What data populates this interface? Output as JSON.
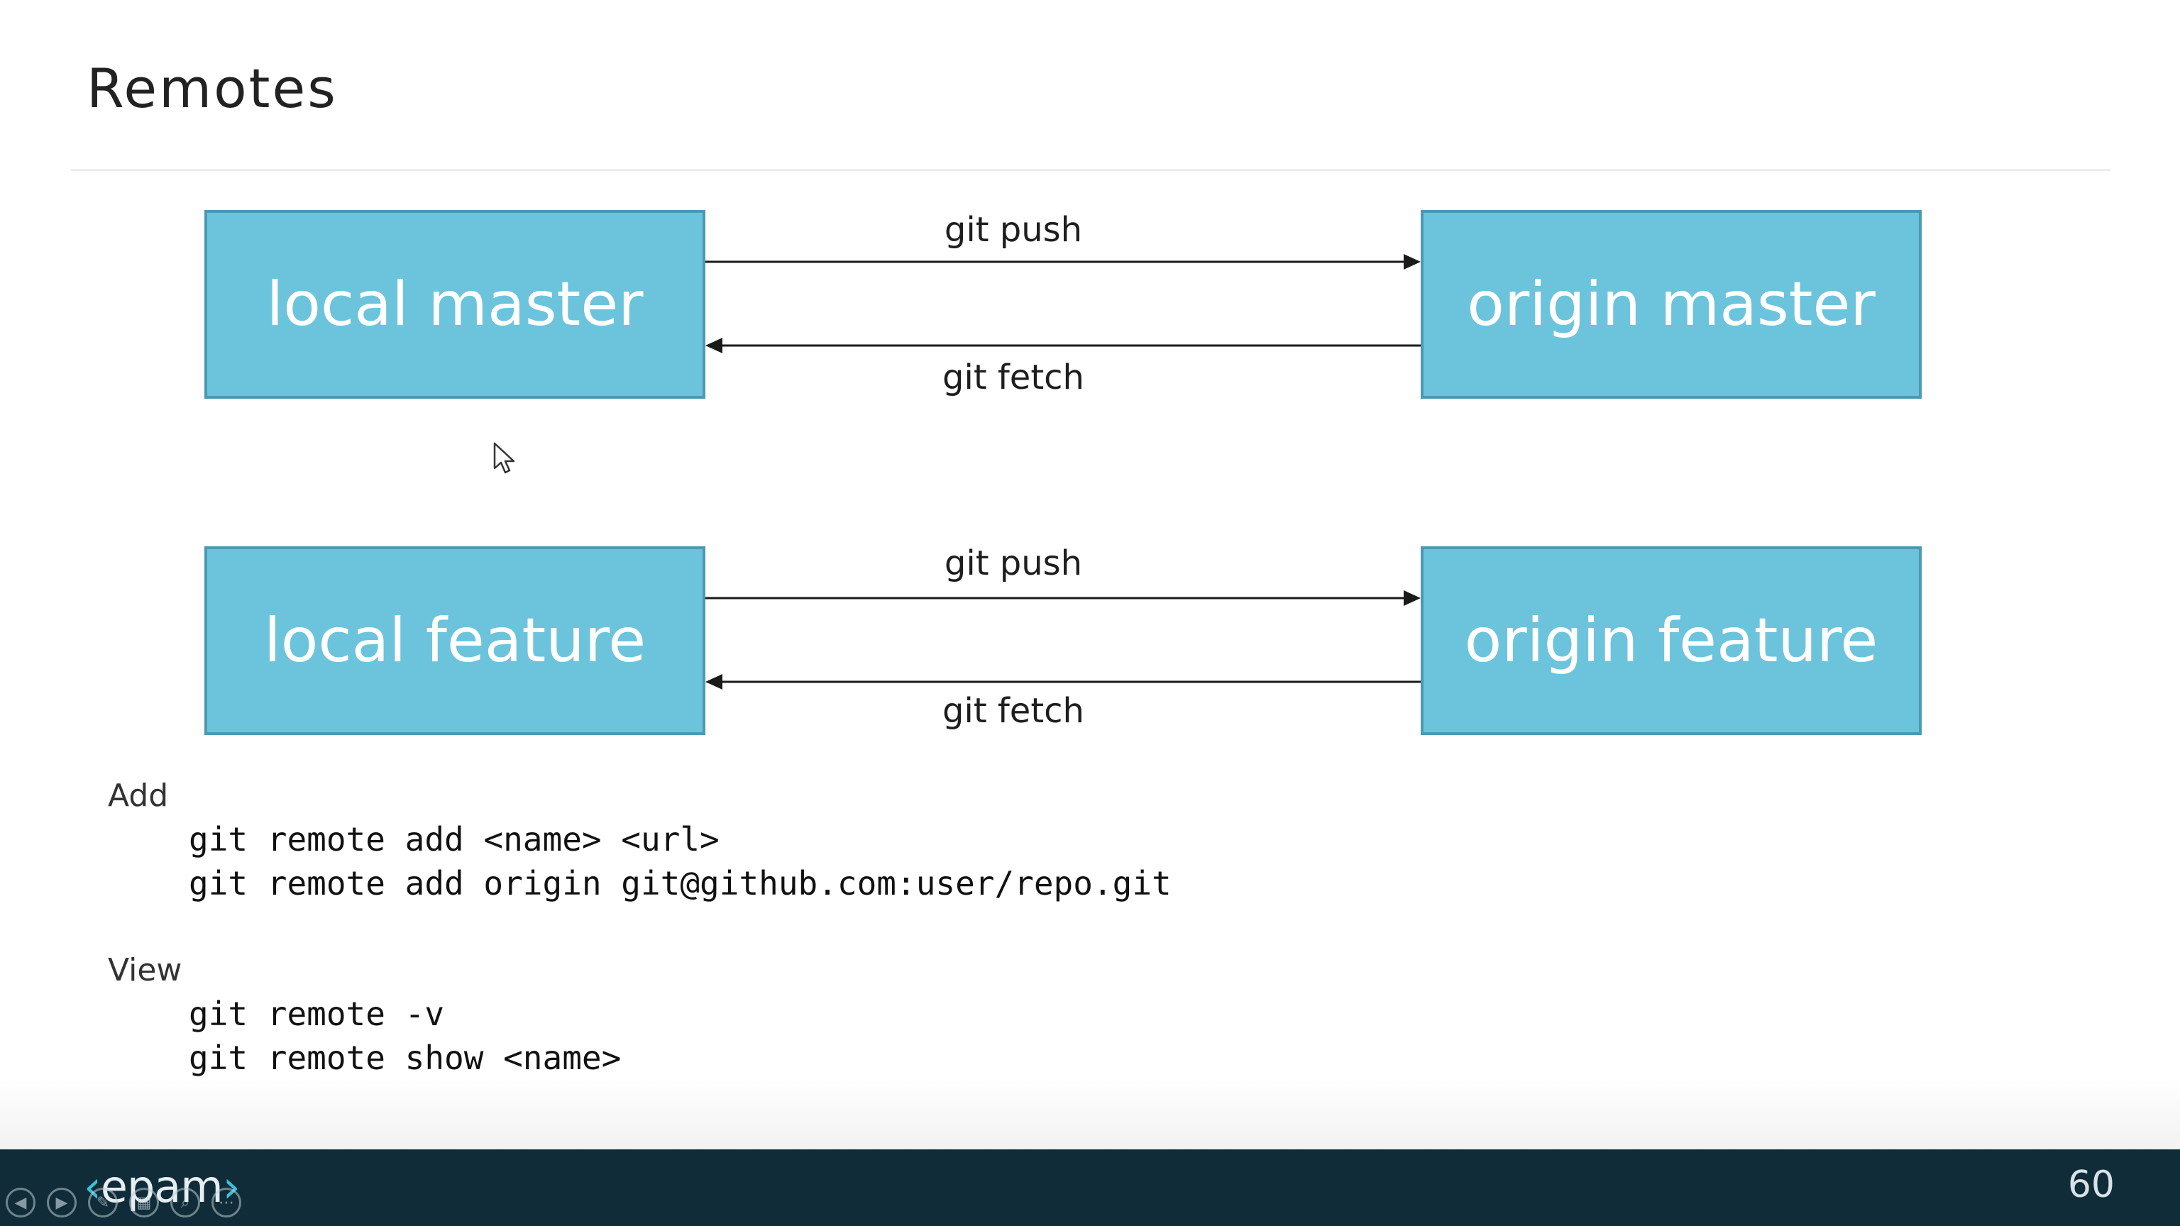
{
  "slide": {
    "title": "Remotes",
    "page_number": "60"
  },
  "diagram": {
    "boxes": {
      "local_master": "local master",
      "origin_master": "origin master",
      "local_feature": "local feature",
      "origin_feature": "origin feature"
    },
    "arrows": {
      "top_push": "git push",
      "top_fetch": "git fetch",
      "bottom_push": "git push",
      "bottom_fetch": "git fetch"
    }
  },
  "sections": {
    "add": {
      "label": "Add",
      "lines": [
        "git remote add <name> <url>",
        "git remote add origin git@github.com:user/repo.git"
      ]
    },
    "view": {
      "label": "View",
      "lines": [
        "git remote -v",
        "git remote show <name>"
      ]
    }
  },
  "footer": {
    "logo_text": "epam",
    "controls": [
      "previous-icon",
      "next-icon",
      "pen-icon",
      "slides-icon",
      "zoom-icon",
      "more-icon"
    ]
  },
  "colors": {
    "box_fill": "#6cc4dc",
    "box_border": "#4c99b3",
    "footer_bg": "#0f2c38",
    "logo_accent": "#39c2d7"
  }
}
